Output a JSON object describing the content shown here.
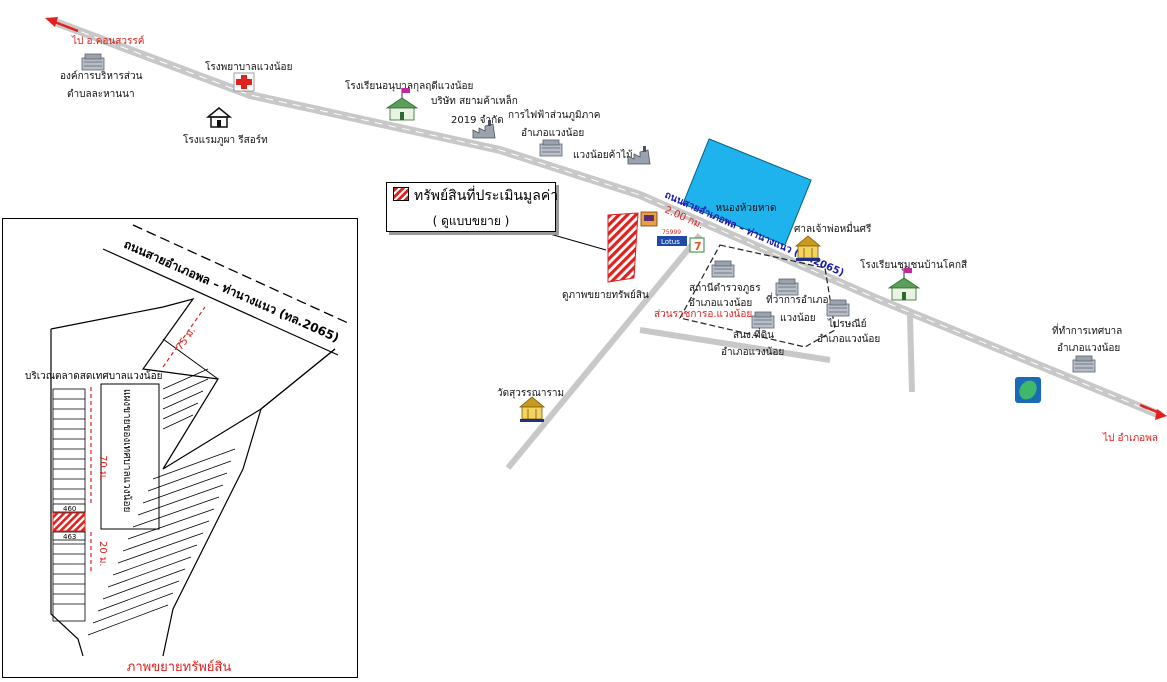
{
  "legend": {
    "title": "ทรัพย์สินที่ประเมินมูลค่า",
    "subtitle": "( ดูแบบขยาย )"
  },
  "map": {
    "destinations": [
      {
        "label": "ไป อ.คอนสวรรค์",
        "icon": "red-arrow-nw"
      },
      {
        "label": "ไป อำเภอพล",
        "icon": "red-arrow-se"
      }
    ],
    "road_labels": [
      {
        "label": "ถนนสายอำเภอพล – ท่านางแนว (ทล.2065)",
        "color": "#1a1aa8"
      }
    ],
    "distance_label": "2.00 กม.",
    "landmarks": [
      {
        "label": "องค์การบริหารส่วน",
        "icon": "building-icon"
      },
      {
        "label": "ตำบลละหานนา",
        "icon": "building-icon"
      },
      {
        "label": "โรงพยาบาลแวงน้อย",
        "icon": "hospital-icon"
      },
      {
        "label": "โรงแรมภูผา รีสอร์ท",
        "icon": "house-icon"
      },
      {
        "label": "โรงเรียนอนุบาลกุลฤดีแวงน้อย",
        "icon": "school-icon"
      },
      {
        "label": "บริษัท สยามค้าเหล็ก",
        "icon": "factory-icon"
      },
      {
        "label": "2019 จำกัด",
        "icon": "factory-icon"
      },
      {
        "label": "การไฟฟ้าส่วนภูมิภาค",
        "icon": "building-icon"
      },
      {
        "label": "อำเภอแวงน้อย",
        "icon": "building-icon"
      },
      {
        "label": "แวงน้อยค้าไม้",
        "icon": "factory-icon"
      },
      {
        "label": "หนองห้วยหาด",
        "icon": "pond"
      },
      {
        "label": "ศาลเจ้าพ่อหมื่นศรี",
        "icon": "shrine-icon"
      },
      {
        "label": "โรงเรียนชุมชนบ้านโคกสี",
        "icon": "school-icon"
      },
      {
        "label": "ดูภาพขยายทรัพย์สิน",
        "icon": "property-parcel"
      },
      {
        "label": "สถานีตำรวจภูธร",
        "icon": "building-icon"
      },
      {
        "label": "อำเภอแวงน้อย",
        "icon": "building-icon"
      },
      {
        "label": "ที่ว่าการอำเภอ",
        "icon": "building-icon"
      },
      {
        "label": "แวงน้อย",
        "icon": "building-icon"
      },
      {
        "label": "ไปรษณีย์",
        "icon": "building-icon"
      },
      {
        "label": "อำเภอแวงน้อย",
        "icon": "building-icon"
      },
      {
        "label": "ส่วนราชการอ.แวงน้อย",
        "icon": "zone"
      },
      {
        "label": "สนง.ที่ดิน",
        "icon": "building-icon"
      },
      {
        "label": "อำเภอแวงน้อย",
        "icon": "building-icon"
      },
      {
        "label": "ที่ทำการเทศบาล",
        "icon": "building-icon"
      },
      {
        "label": "อำเภอแวงน้อย",
        "icon": "building-icon"
      },
      {
        "label": "วัดสุวรรณาราม",
        "icon": "temple-icon"
      },
      {
        "label": "Lotus",
        "icon": "store-icon"
      },
      {
        "label": "7",
        "icon": "store-icon"
      },
      {
        "label": "75999",
        "icon": "store-icon"
      }
    ]
  },
  "inset": {
    "title": "ภาพขยายทรัพย์สิน",
    "road": "ถนนสายอำเภอพล – ท่านางแนว (ทล.2065)",
    "market": "บริเวณตลาดสดเทศบาลแวงน้อย",
    "stall_block": "แผงขายของเทศบาลแวงน้อย",
    "lot_top": "460",
    "lot_bottom": "463",
    "dims": [
      "75 ม.",
      "70 ม.",
      "20 ม."
    ]
  },
  "colors": {
    "road": "#c8c8c8",
    "pond": "#1fb3ee",
    "accent": "#e0211d",
    "road_label": "#1a1aa8",
    "hospital": "#e0211d",
    "school": "#3c8a3c"
  }
}
